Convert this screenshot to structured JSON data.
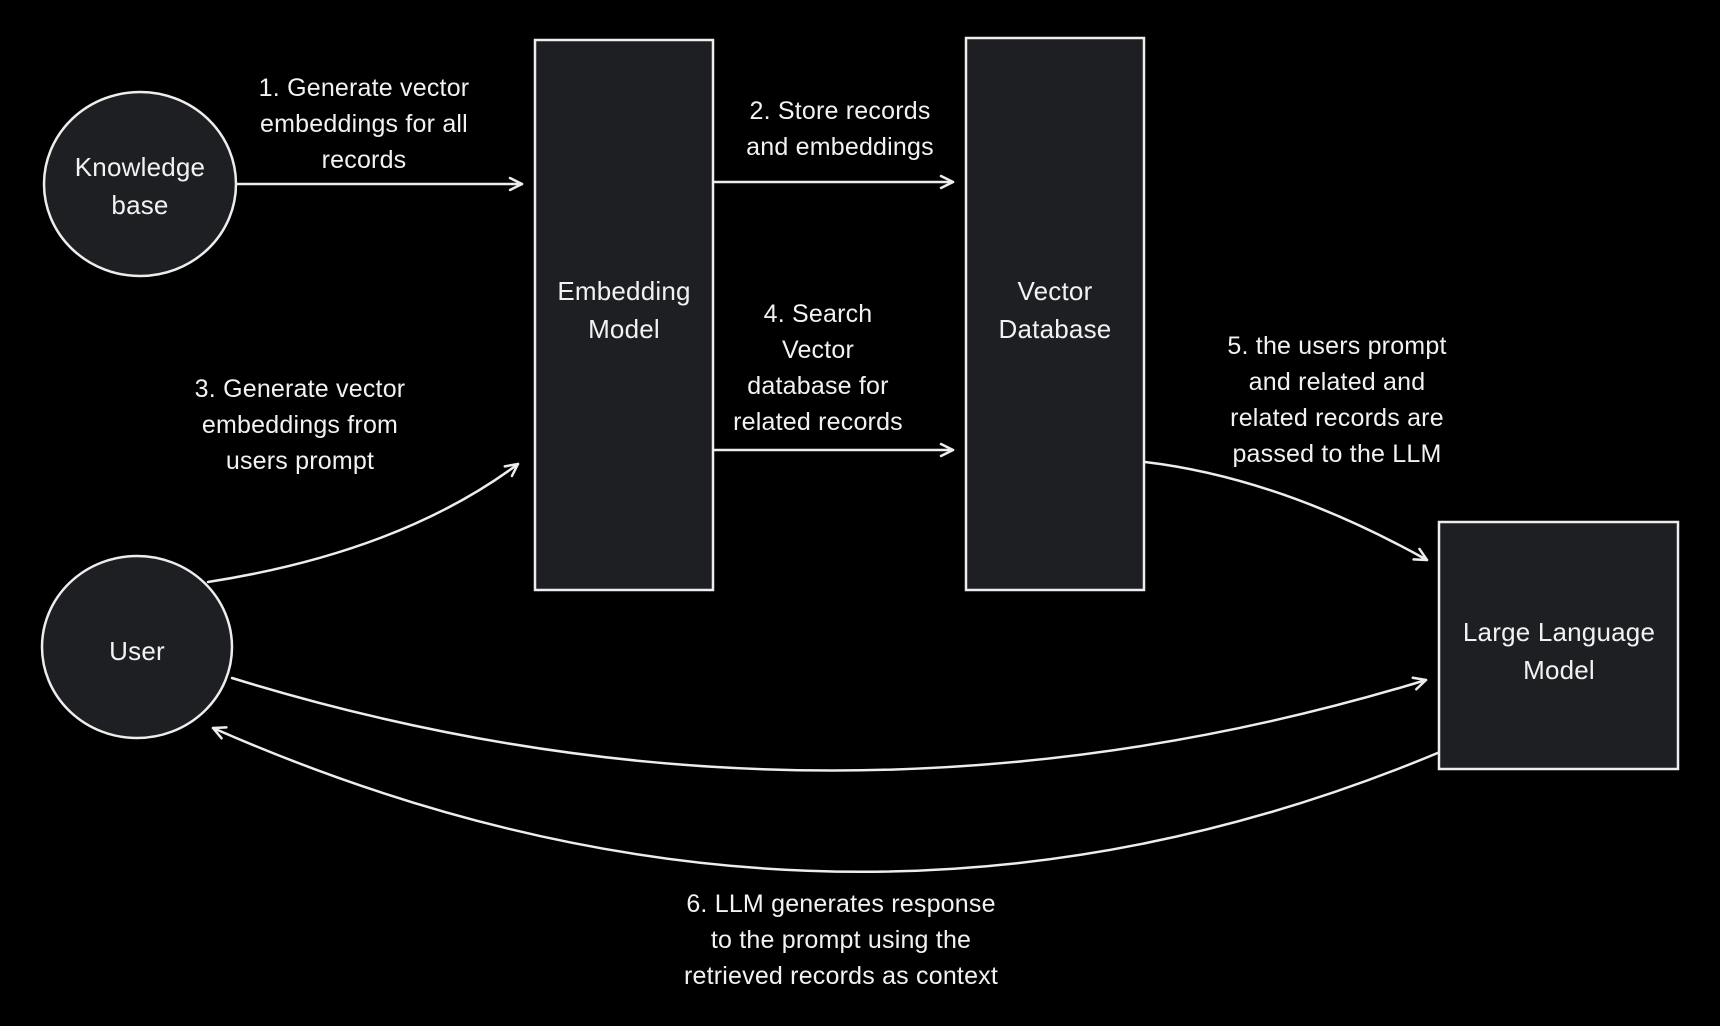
{
  "colors": {
    "background": "#000000",
    "node_fill": "#1d1f23",
    "line": "#ededed",
    "text": "#f2f2f2"
  },
  "nodes": {
    "knowledge_base": {
      "shape": "circle",
      "lines": [
        "Knowledge",
        "base"
      ]
    },
    "user": {
      "shape": "circle",
      "lines": [
        "User"
      ]
    },
    "embedding_model": {
      "shape": "rectangle",
      "lines": [
        "Embedding",
        "Model"
      ]
    },
    "vector_database": {
      "shape": "rectangle",
      "lines": [
        "Vector",
        "Database"
      ]
    },
    "large_language_model": {
      "shape": "rectangle",
      "lines": [
        "Large Language",
        "Model"
      ]
    }
  },
  "steps": [
    {
      "id": 1,
      "from": "knowledge_base",
      "to": "embedding_model",
      "lines": [
        "1. Generate vector",
        "embeddings for all",
        "records"
      ]
    },
    {
      "id": 2,
      "from": "embedding_model",
      "to": "vector_database",
      "lines": [
        "2. Store records",
        "and embeddings"
      ]
    },
    {
      "id": 3,
      "from": "user",
      "to": "embedding_model",
      "lines": [
        "3. Generate vector",
        "embeddings from",
        "users prompt"
      ]
    },
    {
      "id": 4,
      "from": "embedding_model",
      "to": "vector_database",
      "lines": [
        "4. Search",
        "Vector",
        "database for",
        "related records"
      ]
    },
    {
      "id": 5,
      "from": "vector_database",
      "to": "large_language_model",
      "lines": [
        "5. the users prompt",
        "and related and",
        "related records are",
        "passed to the LLM"
      ]
    },
    {
      "id": 6,
      "from": "large_language_model",
      "to": "user",
      "lines": [
        "6. LLM generates response",
        "to the prompt using the",
        "retrieved records as context"
      ]
    }
  ]
}
